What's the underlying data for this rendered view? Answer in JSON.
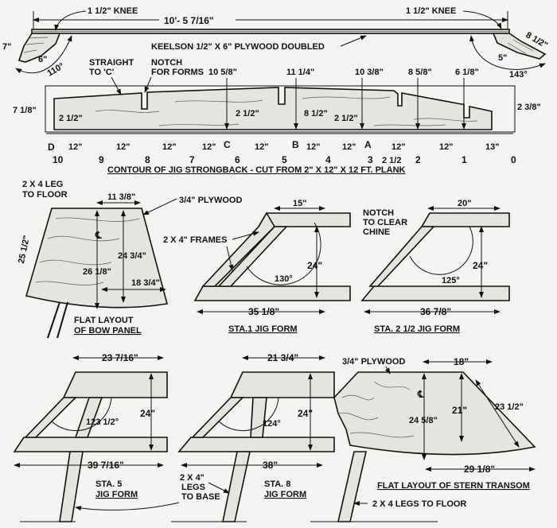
{
  "keelson": {
    "left_knee": "1 1/2\" KNEE",
    "right_knee": "1 1/2\" KNEE",
    "length": "10'- 5 7/16\"",
    "label": "KEELSON 1/2\" X 6\" PLYWOOD DOUBLED",
    "left_dims": {
      "height": "7\"",
      "width": "6\"",
      "angle": "110°"
    },
    "right_dims": {
      "length": "8 1/2\"",
      "width": "5\"",
      "angle": "143°"
    }
  },
  "strongback": {
    "note_straight": [
      "STRAIGHT",
      "TO 'C'"
    ],
    "note_notch": [
      "NOTCH",
      "FOR FORMS"
    ],
    "heights": [
      "10 5/8\"",
      "11 1/4\"",
      "10 3/8\"",
      "8 5/8\"",
      "6 1/8\""
    ],
    "left_height": "7 1/8\"",
    "right_height": "2 3/8\"",
    "notch_depths": [
      "2 1/2\"",
      "2 1/2\"",
      "8 1/2\"",
      "2 1/2\""
    ],
    "letters": [
      "D",
      "C",
      "B",
      "A"
    ],
    "spacings": [
      "12\"",
      "12\"",
      "12\"",
      "12\"",
      "12\"",
      "12\"",
      "12\"",
      "12\"",
      "12\"",
      "13\""
    ],
    "stations": [
      "10",
      "9",
      "8",
      "7",
      "6",
      "5",
      "4",
      "3",
      "2 1/2",
      "2",
      "1",
      "0"
    ],
    "title": "CONTOUR OF JIG STRONGBACK - CUT FROM 2\" X 12\" X 12 FT. PLANK"
  },
  "bow_panel": {
    "leg_note": [
      "2 X 4 LEG",
      "TO FLOOR"
    ],
    "material": "3/4\" PLYWOOD",
    "top": "11 3/8\"",
    "side": "25 1/2\"",
    "center": "26 1/8\"",
    "inner": "24 3/4\"",
    "bottom": "18 3/4\"",
    "cl": "℄",
    "title": [
      "FLAT LAYOUT",
      "OF BOW PANEL"
    ]
  },
  "sta1": {
    "frames_note": "2 X 4\" FRAMES",
    "top": "15\"",
    "angle": "130°",
    "height": "24\"",
    "bottom": "35 1/8\"",
    "title": "STA.1 JIG FORM"
  },
  "sta2half": {
    "notch_note": [
      "NOTCH",
      "TO CLEAR",
      "CHINE"
    ],
    "top": "20\"",
    "angle": "125°",
    "height": "24\"",
    "bottom": "36 7/8\"",
    "title": "STA. 2 1/2 JIG FORM"
  },
  "sta5": {
    "top": "23 7/16\"",
    "angle": "123 1/2°",
    "height": "24\"",
    "bottom": "39 7/16\"",
    "title": [
      "STA. 5",
      "JIG FORM"
    ]
  },
  "sta8": {
    "top": "21 3/4\"",
    "angle": "124°",
    "height": "24\"",
    "bottom": "38\"",
    "title": [
      "STA. 8",
      "JIG FORM"
    ],
    "legs_note": [
      "2 X 4\"",
      "LEGS",
      "TO BASE"
    ]
  },
  "stern": {
    "material": "3/4\" PLYWOOD",
    "top": "18\"",
    "center": "24 5/8\"",
    "inner": "21\"",
    "side": "23 1/2\"",
    "bottom": "29 1/8\"",
    "cl": "℄",
    "title": "FLAT LAYOUT OF STERN TRANSOM",
    "legs_note": "2 X 4 LEGS TO FLOOR"
  }
}
